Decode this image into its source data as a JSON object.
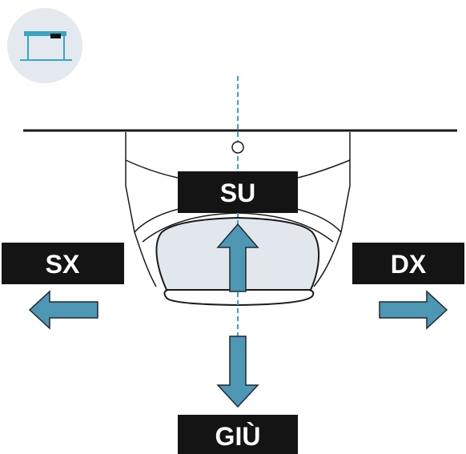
{
  "labels": {
    "up": "SU",
    "left": "SX",
    "right": "DX",
    "down": "GIÙ"
  },
  "icons": {
    "desk_badge": "standing-desk-icon",
    "arrows": [
      "arrow-up-icon",
      "arrow-down-icon",
      "arrow-left-icon",
      "arrow-right-icon"
    ]
  },
  "colors": {
    "arrow_fill": "#4e97b4",
    "arrow_stroke": "#1f2a30",
    "label_bg": "#141414",
    "label_text": "#ffffff",
    "guide_line": "#3aa5c0",
    "badge_bg": "#e3e9ef",
    "desk_icon": "#3aa5c0",
    "panel_fill": "#e2e7ed",
    "line": "#1a1a1a"
  }
}
